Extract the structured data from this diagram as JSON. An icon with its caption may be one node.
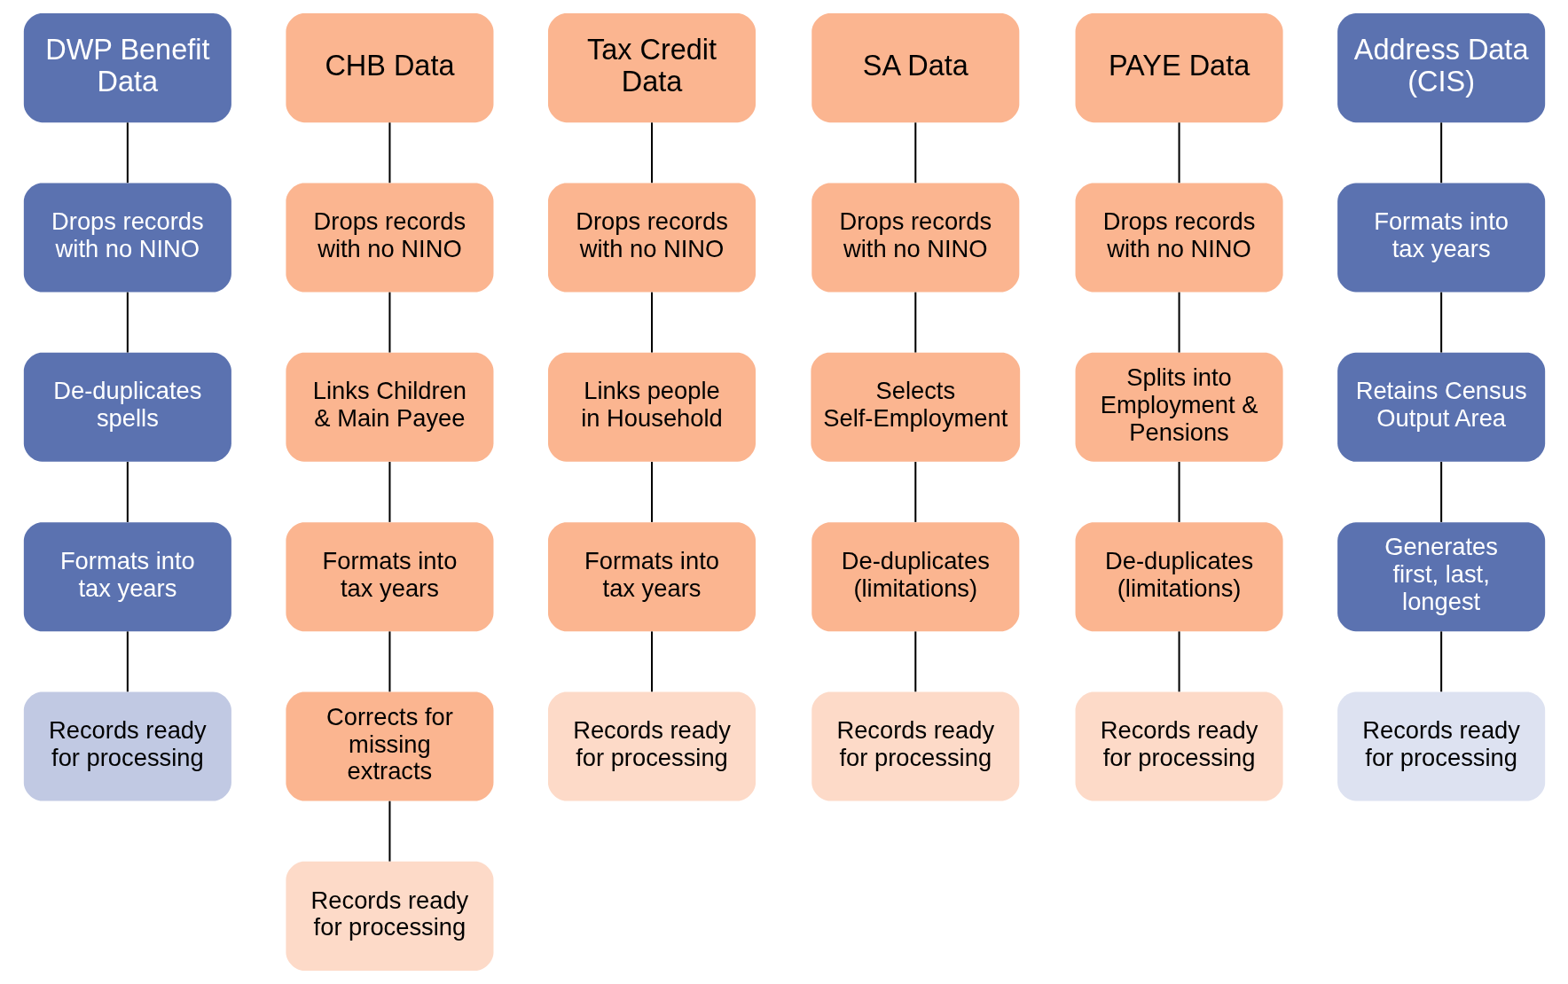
{
  "diagram": {
    "nodes": [
      {
        "text": [
          "DWP Benefit Data"
        ]
      },
      {
        "text": [
          "Drops records with no NINO"
        ]
      },
      {
        "text": [
          "De-duplicates spells"
        ]
      },
      {
        "text": [
          "Formats into tax years"
        ]
      },
      {
        "text": [
          "Records ready for processing"
        ]
      },
      {
        "text": [
          "CHB Data"
        ]
      },
      {
        "text": [
          "Drops records with no NINO"
        ]
      },
      {
        "text": [
          "Links Children & Main Payee"
        ]
      },
      {
        "text": [
          "Formats into tax years"
        ]
      },
      {
        "text": [
          "Corrects for missing extracts"
        ]
      },
      {
        "text": [
          "Records ready for processing"
        ]
      },
      {
        "text": [
          "Tax Credit Data"
        ]
      },
      {
        "text": [
          "Drops records with no NINO"
        ]
      },
      {
        "text": [
          "Links people in Household"
        ]
      },
      {
        "text": [
          "Formats into tax years"
        ]
      },
      {
        "text": [
          "Records ready for processing"
        ]
      },
      {
        "text": [
          "SA Data"
        ]
      },
      {
        "text": [
          "Drops records with no NINO"
        ]
      },
      {
        "text": [
          "Selects Self-Employment"
        ]
      },
      {
        "text": [
          "De-duplicates (limitations)"
        ]
      },
      {
        "text": [
          "Records ready for processing"
        ]
      },
      {
        "text": [
          "PAYE Data"
        ]
      },
      {
        "text": [
          "Drops records with no NINO"
        ]
      },
      {
        "text": [
          "Splits into Employment & Pensions"
        ]
      },
      {
        "text": [
          "De-duplicates (limitations)"
        ]
      },
      {
        "text": [
          "Records ready for processing"
        ]
      },
      {
        "text": [
          "Address Data (CIS)"
        ]
      },
      {
        "text": [
          "Formats into tax years"
        ]
      },
      {
        "text": [
          "Retains Census Output Area"
        ]
      },
      {
        "text": [
          "Generates first, last, longest"
        ]
      },
      {
        "text": [
          "Records ready for processing"
        ]
      }
    ],
    "edges": [
      {
        "from": 0,
        "to": 1,
        "arrow": "none"
      },
      {
        "from": 1,
        "to": 2,
        "arrow": "none"
      },
      {
        "from": 2,
        "to": 3,
        "arrow": "none"
      },
      {
        "from": 3,
        "to": 4,
        "arrow": "none"
      },
      {
        "from": 5,
        "to": 6,
        "arrow": "none"
      },
      {
        "from": 6,
        "to": 7,
        "arrow": "none"
      },
      {
        "from": 7,
        "to": 8,
        "arrow": "none"
      },
      {
        "from": 8,
        "to": 9,
        "arrow": "none"
      },
      {
        "from": 9,
        "to": 10,
        "arrow": "none"
      },
      {
        "from": 11,
        "to": 12,
        "arrow": "none"
      },
      {
        "from": 12,
        "to": 13,
        "arrow": "none"
      },
      {
        "from": 13,
        "to": 14,
        "arrow": "none"
      },
      {
        "from": 14,
        "to": 15,
        "arrow": "none"
      },
      {
        "from": 16,
        "to": 17,
        "arrow": "none"
      },
      {
        "from": 17,
        "to": 18,
        "arrow": "none"
      },
      {
        "from": 18,
        "to": 19,
        "arrow": "none"
      },
      {
        "from": 19,
        "to": 20,
        "arrow": "none"
      },
      {
        "from": 21,
        "to": 22,
        "arrow": "none"
      },
      {
        "from": 22,
        "to": 23,
        "arrow": "none"
      },
      {
        "from": 23,
        "to": 24,
        "arrow": "none"
      },
      {
        "from": 24,
        "to": 25,
        "arrow": "none"
      },
      {
        "from": 26,
        "to": 27,
        "arrow": "none"
      },
      {
        "from": 27,
        "to": 28,
        "arrow": "none"
      },
      {
        "from": 28,
        "to": 29,
        "arrow": "none"
      },
      {
        "from": 29,
        "to": 30,
        "arrow": "none"
      }
    ]
  }
}
